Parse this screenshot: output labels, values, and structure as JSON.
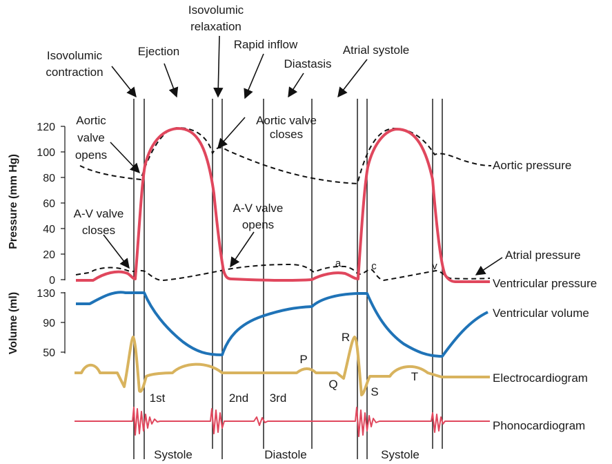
{
  "axes": {
    "pressure_title": "Pressure (mm Hg)",
    "volume_title": "Volume (ml)",
    "pressure_ticks": [
      "120",
      "100",
      "80",
      "60",
      "40",
      "20",
      "0"
    ],
    "volume_ticks": [
      "130",
      "90",
      "50"
    ]
  },
  "phases": {
    "isovolumic_contraction": [
      "Isovolumic",
      "contraction"
    ],
    "ejection": "Ejection",
    "isovolumic_relaxation": [
      "Isovolumic",
      "relaxation"
    ],
    "rapid_inflow": "Rapid inflow",
    "diastasis": "Diastasis",
    "atrial_systole": "Atrial systole"
  },
  "events": {
    "aortic_valve_opens": [
      "Aortic",
      "valve",
      "opens"
    ],
    "aortic_valve_closes": [
      "Aortic valve",
      "closes"
    ],
    "av_valve_closes": [
      "A-V valve",
      "closes"
    ],
    "av_valve_opens": [
      "A-V valve",
      "opens"
    ]
  },
  "wave_letters": {
    "a": "a",
    "c": "c",
    "v": "v",
    "P": "P",
    "Q": "Q",
    "R": "R",
    "S": "S",
    "T": "T"
  },
  "heart_sounds": {
    "first": "1st",
    "second": "2nd",
    "third": "3rd"
  },
  "traces": {
    "aortic_pressure": "Aortic pressure",
    "atrial_pressure": "Atrial pressure",
    "ventricular_pressure": "Ventricular pressure",
    "ventricular_volume": "Ventricular volume",
    "electrocardiogram": "Electrocardiogram",
    "phonocardiogram": "Phonocardiogram"
  },
  "cycle_labels": {
    "systole_1": "Systole",
    "diastole": "Diastole",
    "systole_2": "Systole"
  },
  "colors": {
    "ventricular_pressure": "#e0475d",
    "volume": "#1f73b7",
    "ecg": "#d8b35e",
    "phono": "#e0475d",
    "aortic": "#111111",
    "lines": "#111111"
  }
}
